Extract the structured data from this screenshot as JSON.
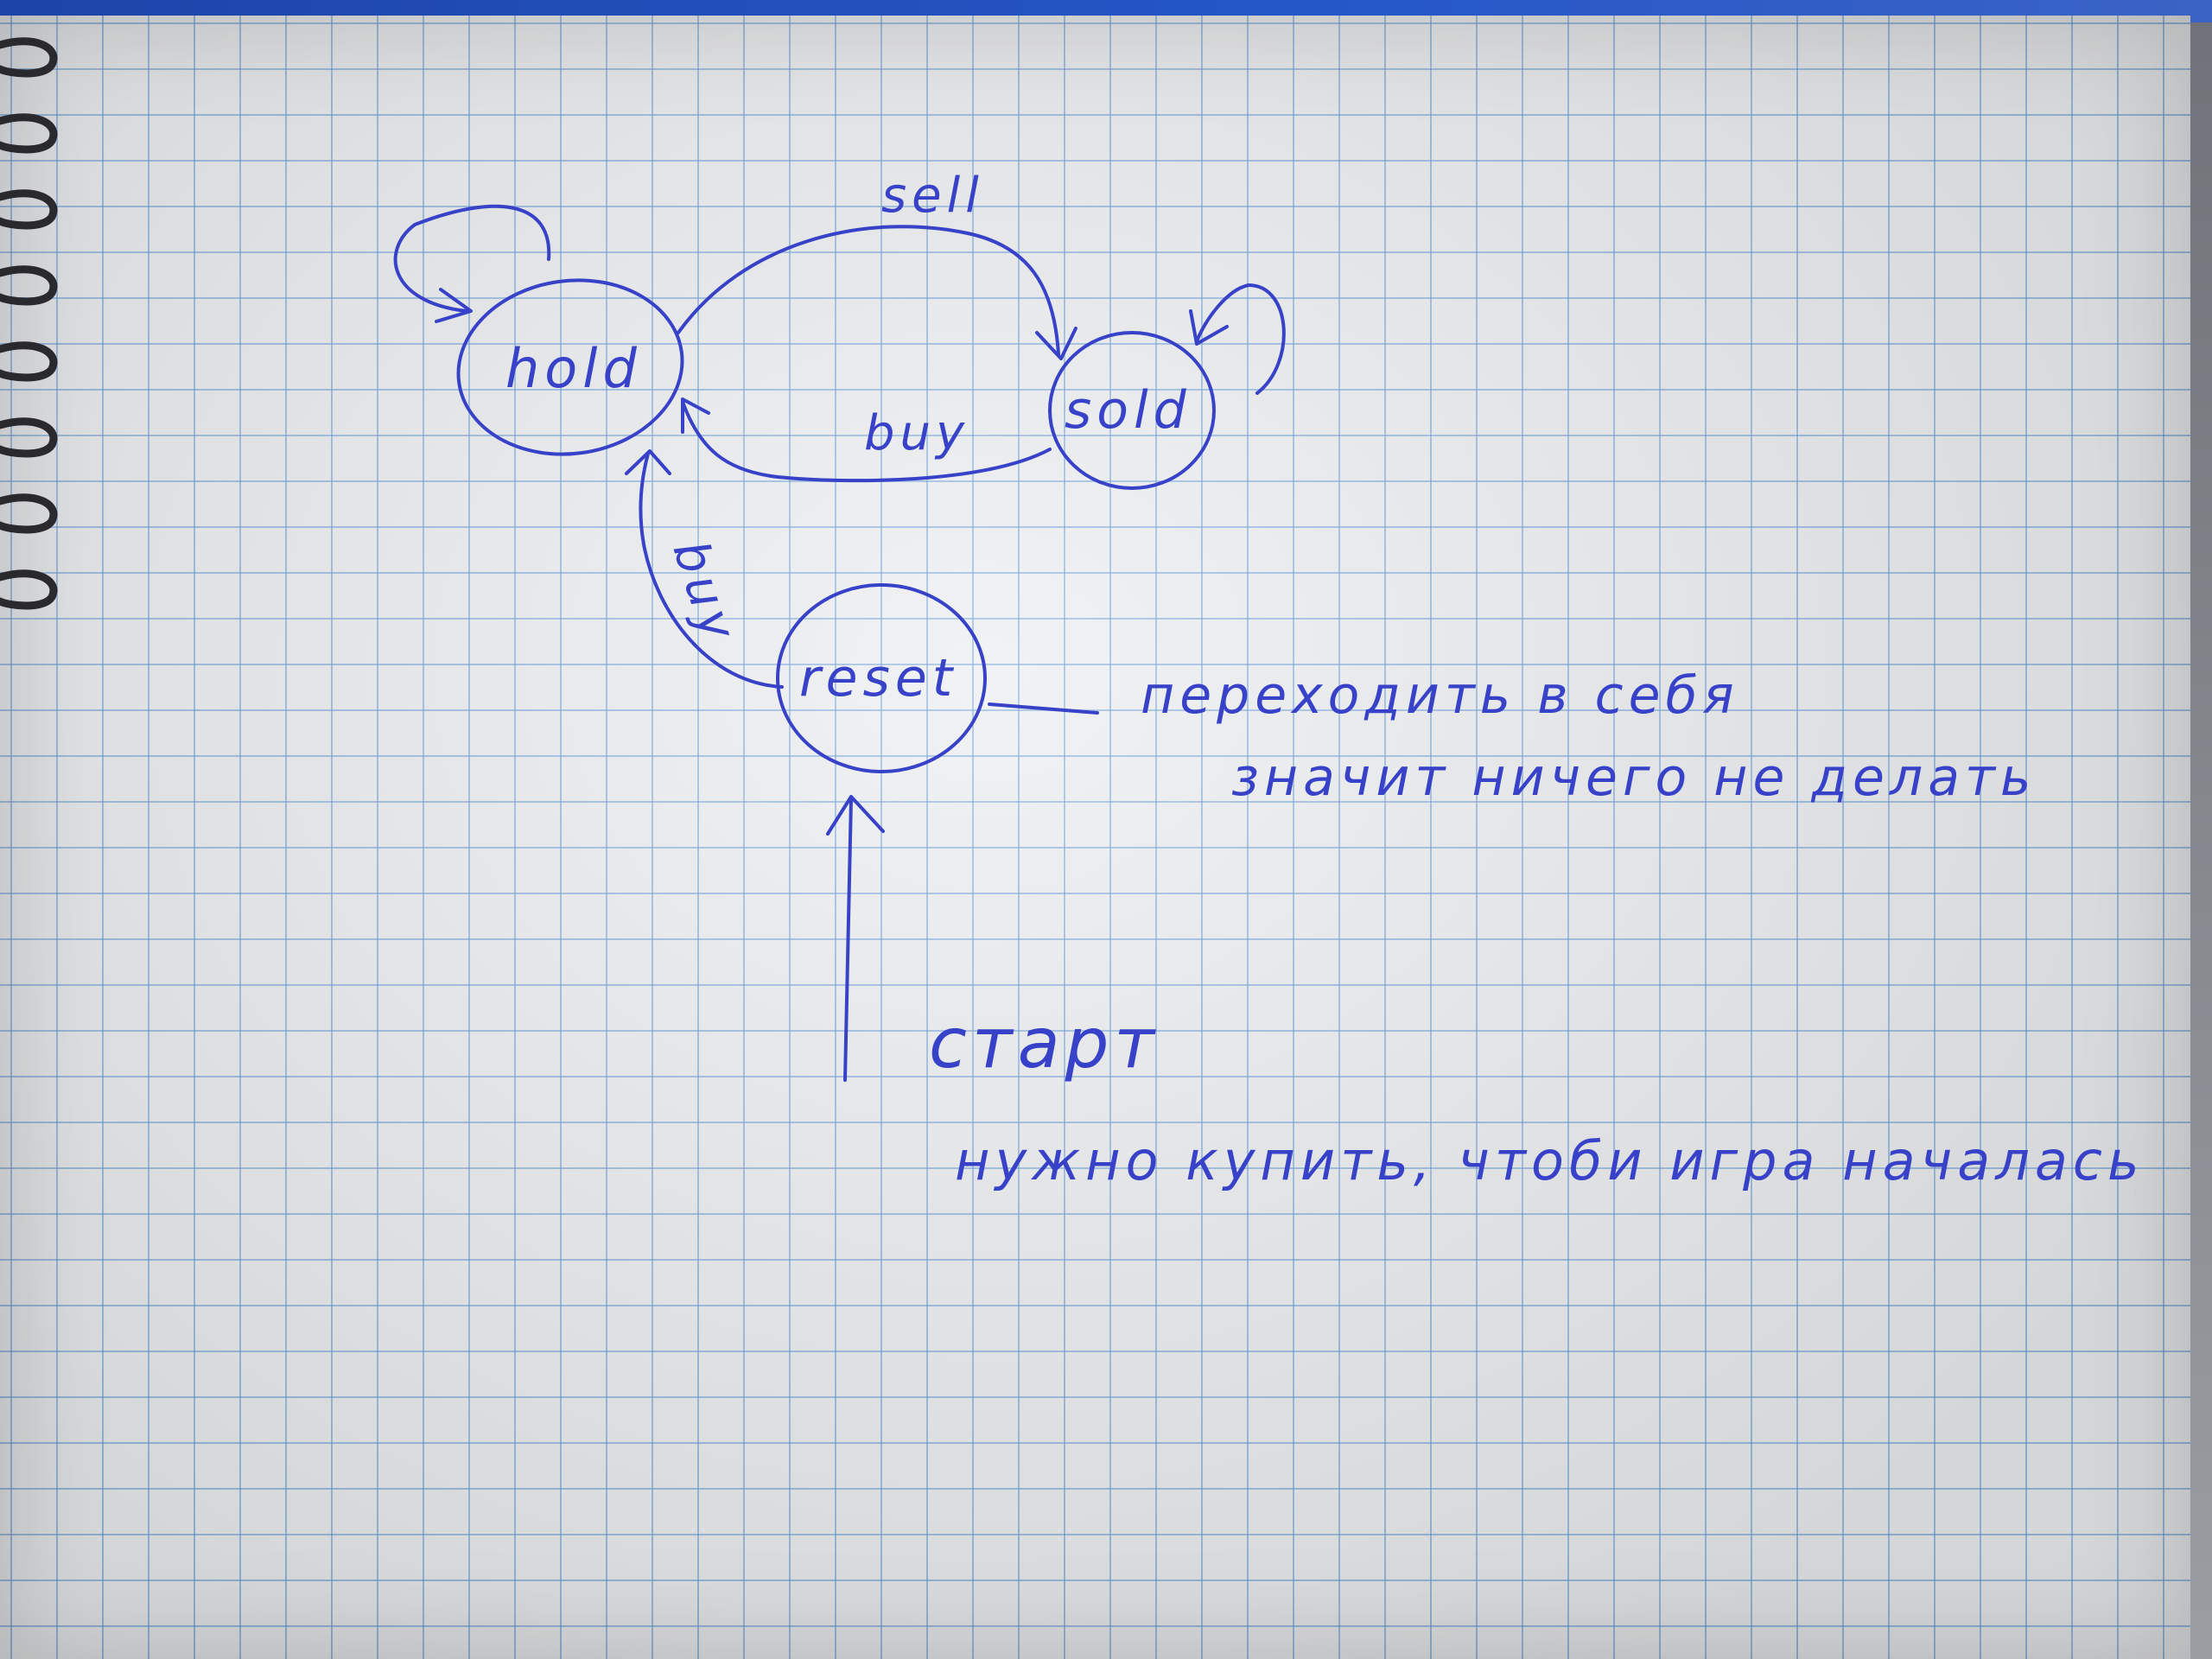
{
  "diagram": {
    "states": {
      "hold": "hold",
      "sold": "sold",
      "reset": "reset"
    },
    "transitions": {
      "sell": "sell",
      "buy_sold_to_hold": "buy",
      "buy_reset_to_hold": "buy"
    },
    "notes": {
      "reset_line1": "переходить в себя",
      "reset_line2": "значит ничего не делать",
      "start_label": "старт",
      "start_caption": "нужно купить, чтоби игра началась"
    }
  },
  "colors": {
    "ink": "#3742c8",
    "grid": "#5a96d7",
    "paper": "#eceef0"
  }
}
